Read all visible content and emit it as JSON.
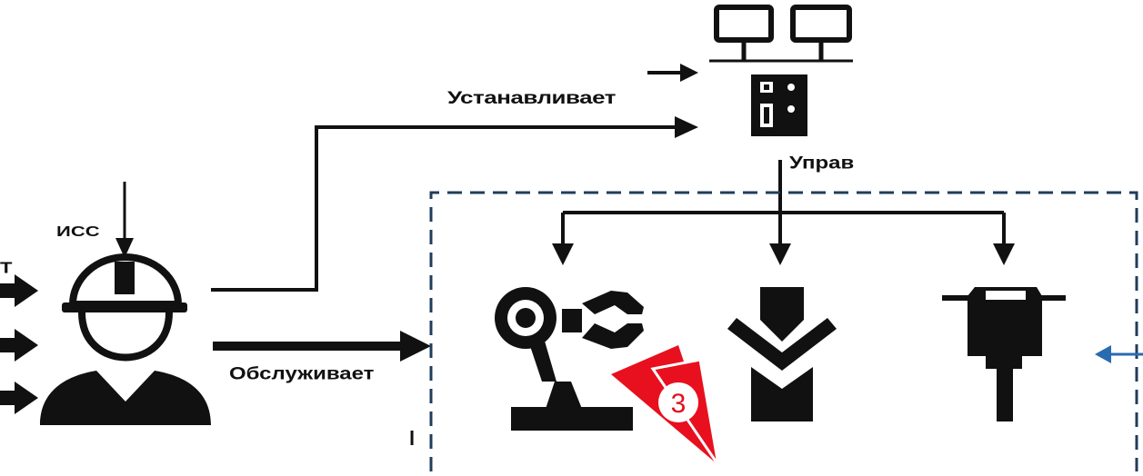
{
  "labels": {
    "top_arrow_label": "Устанавливает",
    "mid_label": "Управ",
    "bottom_arrow_label": "Обслуживает",
    "helmet_label": "ИСС",
    "left_label": "Т",
    "corner_label": "l"
  },
  "badge": {
    "number": "3",
    "color": "#e8101e"
  },
  "colors": {
    "ink": "#111111",
    "dashed_border": "#1f3d5c",
    "blue_arrow": "#2a6bb0"
  },
  "icons": [
    "computer-server-icon",
    "worker-helmet-icon",
    "robot-arm-icon",
    "press-brake-icon",
    "laser-welding-head-icon",
    "warning-triangle-icon"
  ]
}
